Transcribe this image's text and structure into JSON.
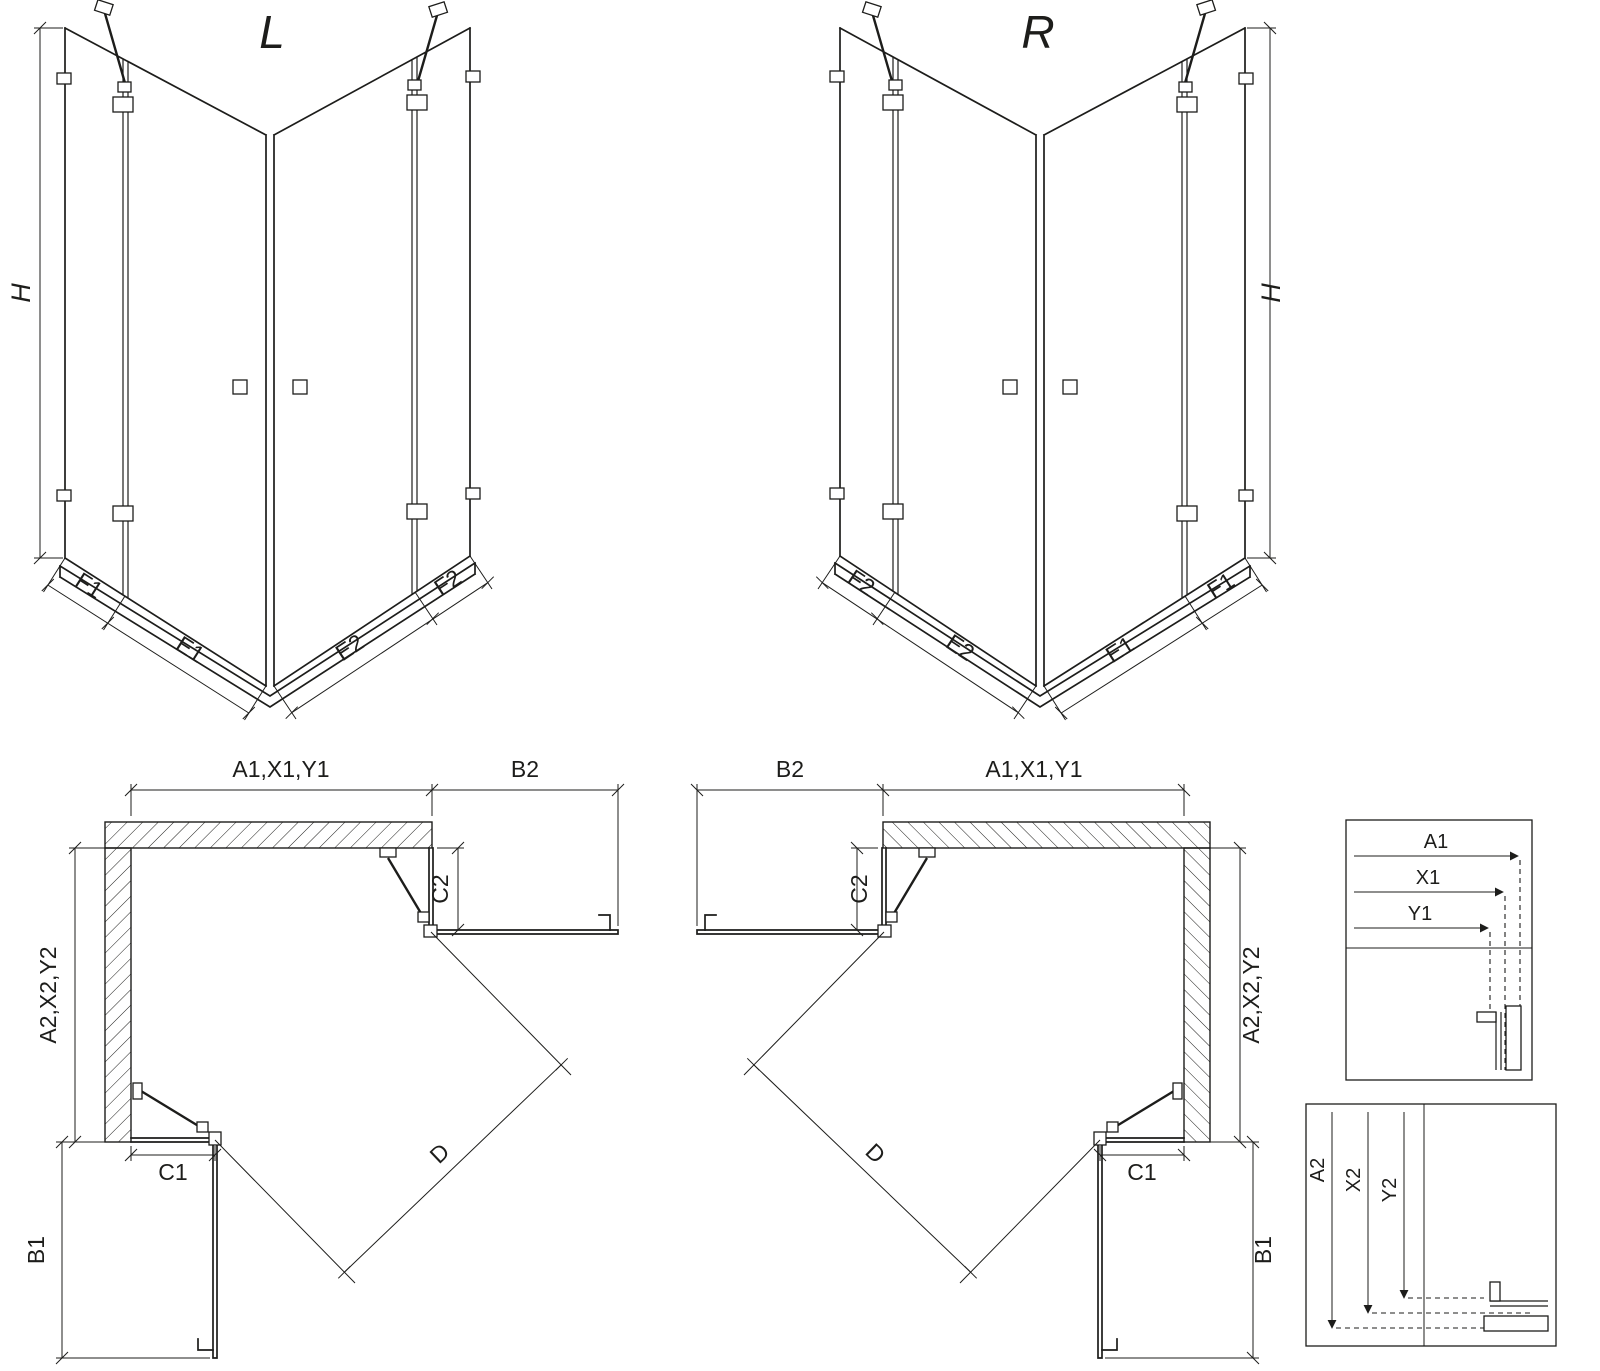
{
  "figure": {
    "background": "#ffffff",
    "line_color": "#1d1d1b"
  },
  "iso_left": {
    "variant": "L",
    "height_label": "H",
    "bottom_labels": {
      "f1": "F1",
      "e1": "E1",
      "e2": "E2",
      "f2": "F2"
    }
  },
  "iso_right": {
    "variant": "R",
    "height_label": "H",
    "bottom_labels": {
      "f1": "F1",
      "e1": "E1",
      "e2": "E2",
      "f2": "F2"
    }
  },
  "plan_left": {
    "top_width_label": "A1,X1,Y1",
    "door_right_label": "B2",
    "side_depth_label": "A2,X2,Y2",
    "fixed_right_label": "C2",
    "fixed_bottom_label": "C1",
    "door_bottom_label": "B1",
    "diagonal_label": "D"
  },
  "plan_right": {
    "top_width_label": "A1,X1,Y1",
    "door_right_label": "B2",
    "side_depth_label": "A2,X2,Y2",
    "fixed_right_label": "C2",
    "fixed_bottom_label": "C1",
    "door_bottom_label": "B1",
    "diagonal_label": "D"
  },
  "detail_top": {
    "a1": "A1",
    "x1": "X1",
    "y1": "Y1"
  },
  "detail_bottom": {
    "a2": "A2",
    "x2": "X2",
    "y2": "Y2"
  }
}
